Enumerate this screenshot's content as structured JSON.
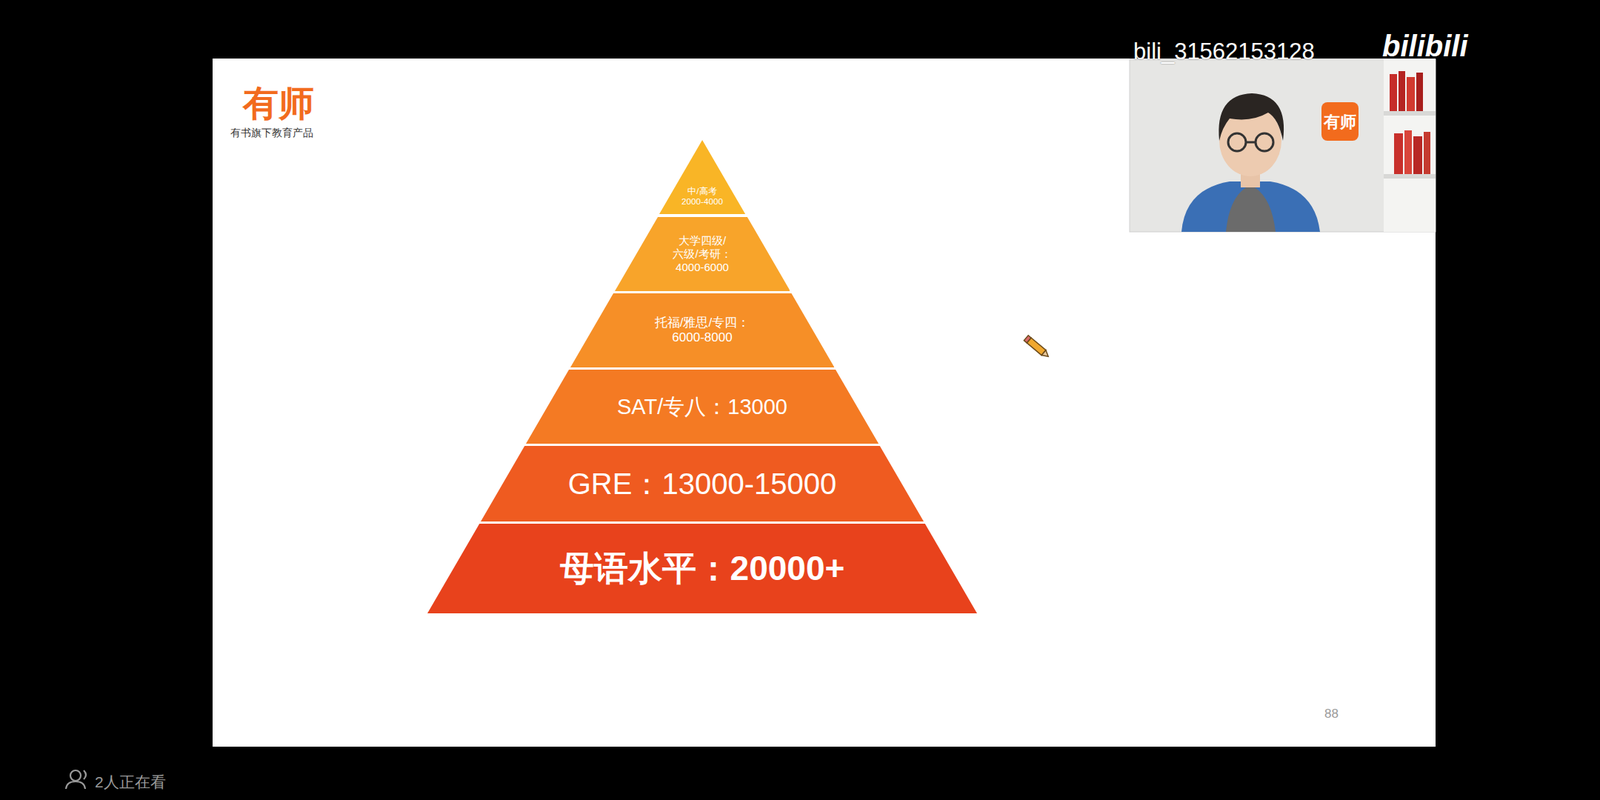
{
  "diagram": {
    "nodes": [
      {
        "text": [
          "中/高考 2000-4000"
        ]
      },
      {
        "text": [
          "大学四级/ 六级/考研： 4000-6000"
        ]
      },
      {
        "text": [
          "托福/雅思/专四： 6000-8000"
        ]
      },
      {
        "text": [
          "SAT/专八：13000"
        ]
      },
      {
        "text": [
          "GRE：13000-15000"
        ]
      },
      {
        "text": [
          "母语水平：20000+"
        ]
      }
    ],
    "labels": [
      "有师",
      "有书旗下教育产品",
      "bili_31562153128",
      "bilibili",
      "有师",
      "88",
      "2人正在看"
    ]
  }
}
